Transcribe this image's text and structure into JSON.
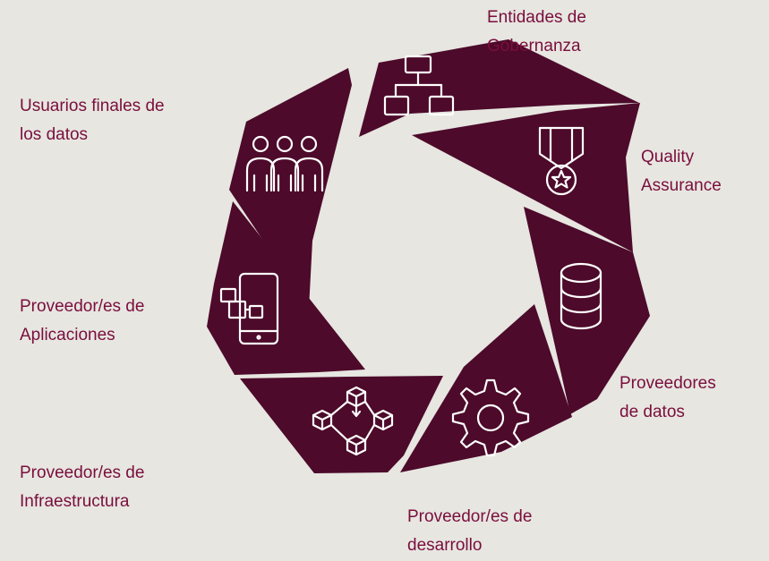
{
  "diagram": {
    "segments": [
      {
        "id": "governance",
        "label_lines": [
          "Entidades de",
          "Gobernanza"
        ],
        "icon": "org-chart-icon"
      },
      {
        "id": "quality",
        "label_lines": [
          "Quality",
          "Assurance"
        ],
        "icon": "medal-icon"
      },
      {
        "id": "data-providers",
        "label_lines": [
          "Proveedores",
          "de datos"
        ],
        "icon": "database-icon"
      },
      {
        "id": "dev-providers",
        "label_lines": [
          "Proveedor/es de",
          "desarrollo"
        ],
        "icon": "gear-icon"
      },
      {
        "id": "infra-providers",
        "label_lines": [
          "Proveedor/es de",
          "Infraestructura"
        ],
        "icon": "network-cubes-icon"
      },
      {
        "id": "app-providers",
        "label_lines": [
          "Proveedor/es de",
          "Aplicaciones"
        ],
        "icon": "mobile-app-icon"
      },
      {
        "id": "end-users",
        "label_lines": [
          "Usuarios finales de",
          "los datos"
        ],
        "icon": "users-group-icon"
      }
    ]
  },
  "colors": {
    "background": "#e7e6e1",
    "segment": "#4d0a2a",
    "label": "#7a0e3c",
    "icon": "#ffffff"
  }
}
